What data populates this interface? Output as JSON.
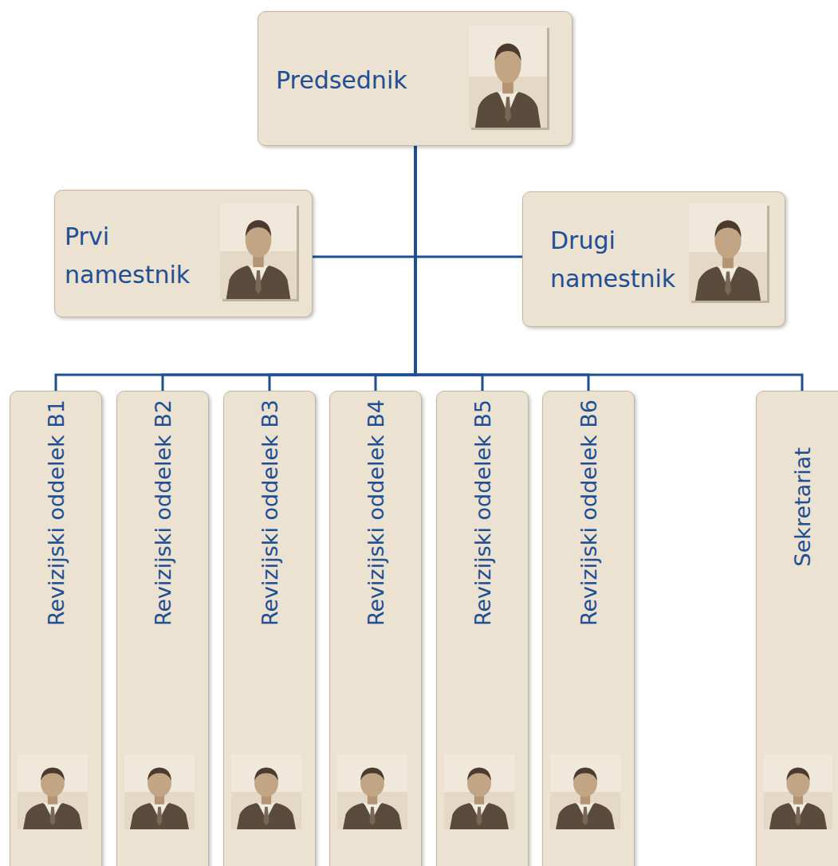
{
  "diagram": {
    "nodes": [
      {
        "text": [
          "Predsednik"
        ]
      },
      {
        "text": [
          "Prvi namestnik"
        ]
      },
      {
        "text": [
          "Drugi namestnik"
        ]
      },
      {
        "text": [
          "Revizijski oddelek B1"
        ]
      },
      {
        "text": [
          "Revizijski oddelek B2"
        ]
      },
      {
        "text": [
          "Revizijski oddelek B3"
        ]
      },
      {
        "text": [
          "Revizijski oddelek B4"
        ]
      },
      {
        "text": [
          "Revizijski oddelek B5"
        ]
      },
      {
        "text": [
          "Revizijski oddelek B6"
        ]
      },
      {
        "text": [
          "Sekretariat"
        ]
      }
    ],
    "edges": [
      {
        "from": 0,
        "to": 1,
        "arrow": "none"
      },
      {
        "from": 0,
        "to": 2,
        "arrow": "none"
      },
      {
        "from": 0,
        "to": 3,
        "arrow": "none"
      },
      {
        "from": 0,
        "to": 4,
        "arrow": "none"
      },
      {
        "from": 0,
        "to": 5,
        "arrow": "none"
      },
      {
        "from": 0,
        "to": 6,
        "arrow": "none"
      },
      {
        "from": 0,
        "to": 7,
        "arrow": "none"
      },
      {
        "from": 0,
        "to": 8,
        "arrow": "none"
      },
      {
        "from": 0,
        "to": 9,
        "arrow": "none"
      }
    ]
  }
}
